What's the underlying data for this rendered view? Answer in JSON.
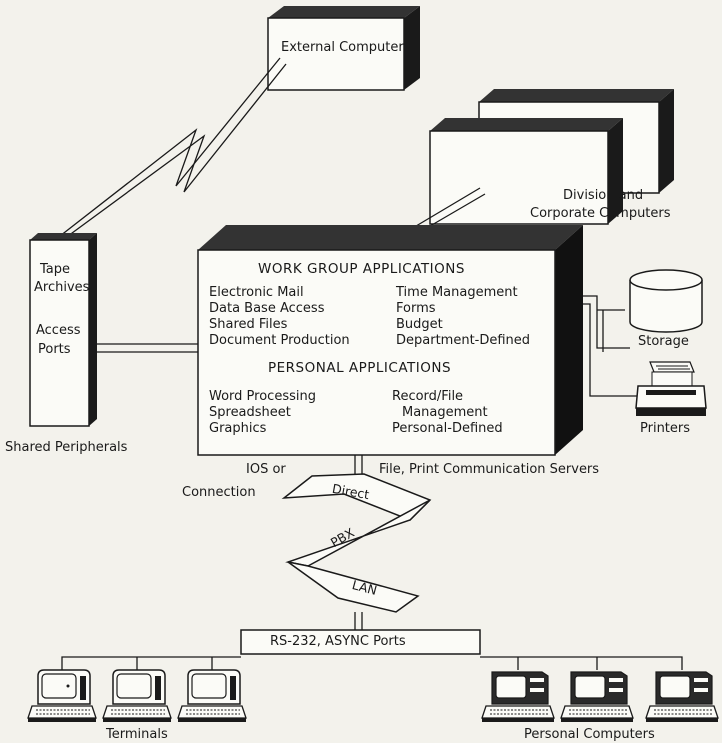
{
  "external": {
    "label": "External Computers"
  },
  "division": {
    "line1": "Division and",
    "line2": "Corporate Computers"
  },
  "shared": {
    "line1": "Tape",
    "line2": "Archives",
    "line3": "Access",
    "line4": "Ports",
    "caption": "Shared Peripherals"
  },
  "workgroup": {
    "title": "WORK GROUP APPLICATIONS",
    "left": [
      "Electronic Mail",
      "Data Base Access",
      "Shared Files",
      "Document Production"
    ],
    "right": [
      "Time Management",
      "Forms",
      "Budget",
      "Department-Defined"
    ]
  },
  "personal": {
    "title": "PERSONAL APPLICATIONS",
    "left": [
      "Word Processing",
      "Spreadsheet",
      "Graphics"
    ],
    "right": [
      "Record/File",
      "Management",
      "Personal-Defined"
    ]
  },
  "storage": {
    "label": "Storage"
  },
  "printers": {
    "label": "Printers"
  },
  "link": {
    "ios": "IOS or",
    "connection": "Connection",
    "servers": "File, Print Communication Servers"
  },
  "network": {
    "direct": "Direct",
    "pbx": "PBX",
    "lan": "LAN"
  },
  "ports": {
    "label": "RS-232, ASYNC Ports"
  },
  "terminals": {
    "label": "Terminals"
  },
  "pcs": {
    "label": "Personal Computers"
  }
}
